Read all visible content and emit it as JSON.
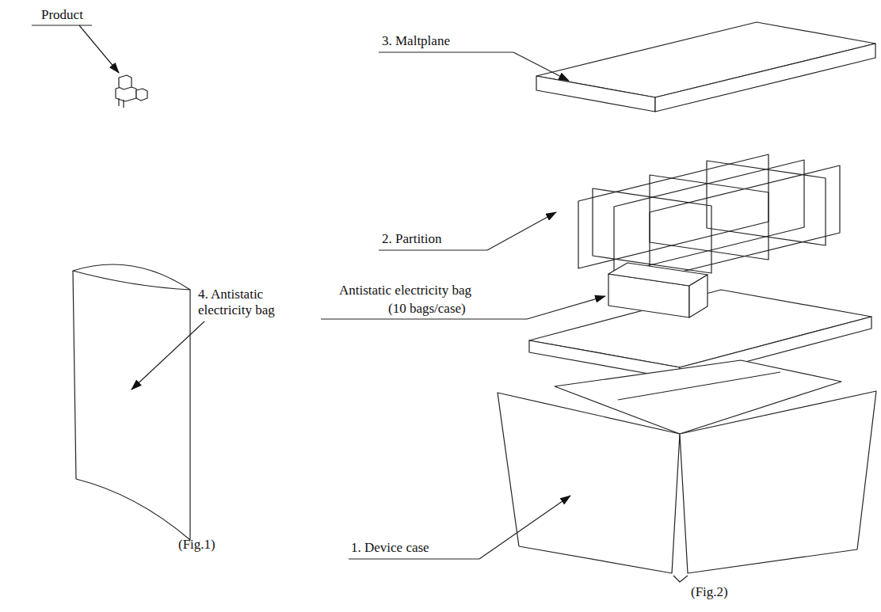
{
  "diagram": {
    "labels": [
      "Product",
      "3. Maltplane",
      "2. Partition",
      "4. Antistatic electricity bag",
      "Antistatic electricity bag",
      "(10 bags/case)",
      "(Fig.1)",
      "1. Device case",
      "(Fig.2)"
    ]
  }
}
